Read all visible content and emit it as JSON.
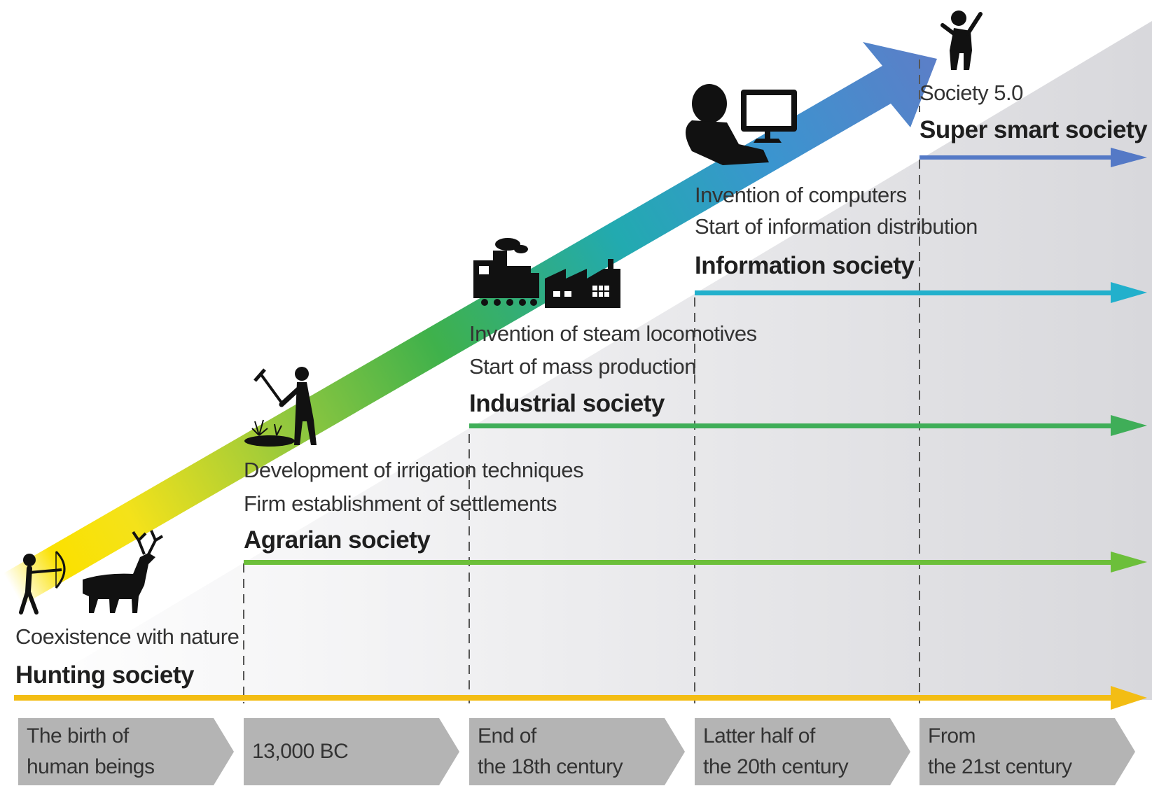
{
  "colors": {
    "hunting": "#f3bd14",
    "agrarian": "#6cbf3a",
    "industrial": "#3fae58",
    "information": "#22b0cc",
    "super_smart": "#5479c6",
    "grey_wedge": "#dedee2",
    "chevron": "#b4b4b4"
  },
  "stages": [
    {
      "key": "hunting",
      "icon": "hunter-and-deer-icon",
      "description_lines": [
        "Coexistence with nature"
      ],
      "name": "Hunting society"
    },
    {
      "key": "agrarian",
      "icon": "farmer-icon",
      "description_lines": [
        "Development of irrigation techniques",
        "Firm establishment of settlements"
      ],
      "name": "Agrarian society"
    },
    {
      "key": "industrial",
      "icon": "locomotive-and-factory-icon",
      "description_lines": [
        "Invention of steam locomotives",
        "Start of mass production"
      ],
      "name": "Industrial society"
    },
    {
      "key": "information",
      "icon": "computer-user-icon",
      "description_lines": [
        "Invention of computers",
        "Start of information distribution"
      ],
      "name": "Information society"
    },
    {
      "key": "super_smart",
      "icon": "celebrating-person-icon",
      "description_lines": [
        "Society 5.0"
      ],
      "name": "Super smart society"
    }
  ],
  "eras": [
    {
      "lines": [
        "The birth of",
        "human beings"
      ]
    },
    {
      "lines": [
        "13,000 BC"
      ]
    },
    {
      "lines": [
        "End of",
        "the 18th century"
      ]
    },
    {
      "lines": [
        "Latter half of",
        "the 20th century"
      ]
    },
    {
      "lines": [
        "From",
        "the 21st century"
      ]
    }
  ]
}
